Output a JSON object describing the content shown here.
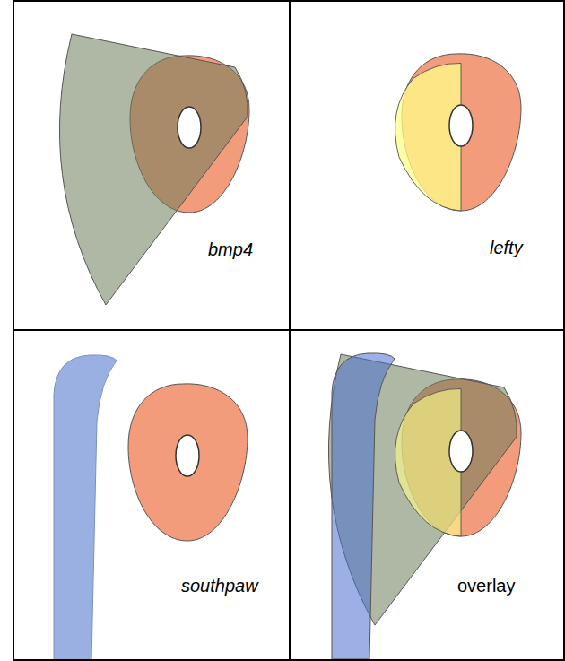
{
  "diagram": {
    "nodes": [
      {
        "text": [
          "bmp4"
        ]
      },
      {
        "text": [
          "lefty"
        ]
      },
      {
        "text": [
          "southpaw"
        ]
      },
      {
        "text": [
          "overlay"
        ]
      }
    ]
  }
}
